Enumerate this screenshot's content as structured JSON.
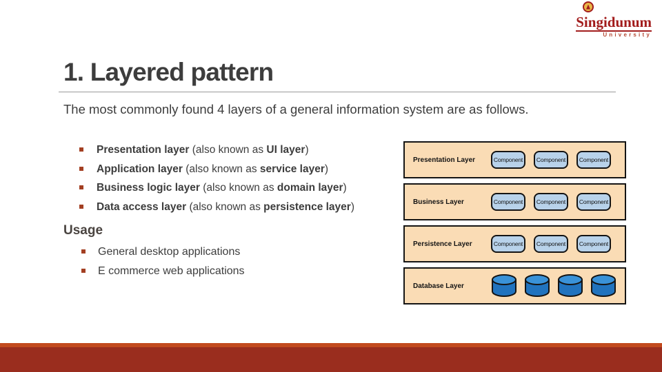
{
  "logo": {
    "title": "Singidunum",
    "subtitle": "University",
    "emblem_icon": "university-seal-icon"
  },
  "slide": {
    "title": "1. Layered pattern",
    "intro": "The most commonly found 4 layers of a general information system are as follows.",
    "layers": [
      {
        "bold1": "Presentation layer",
        "mid": "(also known as",
        "bold2": "UI layer",
        "end": ")"
      },
      {
        "bold1": "Application layer",
        "mid": "(also known as",
        "bold2": "service layer",
        "end": ")"
      },
      {
        "bold1": "Business logic layer",
        "mid": "(also known as",
        "bold2": "domain layer",
        "end": ")"
      },
      {
        "bold1": "Data access layer",
        "mid": "(also known as",
        "bold2": "persistence layer",
        "end": ")"
      }
    ],
    "usage": {
      "heading": "Usage",
      "items": [
        "General desktop applications",
        "E commerce web applications"
      ]
    }
  },
  "diagram": {
    "component_label": "Component",
    "layers": [
      {
        "label": "Presentation Layer",
        "type": "components",
        "count": 3
      },
      {
        "label": "Business Layer",
        "type": "components",
        "count": 3
      },
      {
        "label": "Persistence Layer",
        "type": "components",
        "count": 3
      },
      {
        "label": "Database Layer",
        "type": "cylinders",
        "count": 4
      }
    ]
  },
  "colors": {
    "text": "#3d3d3d",
    "brand-red": "#a21c1c",
    "bullet": "#a33f22",
    "divider": "#999999",
    "layer-bg": "#fadcb5",
    "component-bg": "#b8d2ea",
    "cylinder-top": "#3a92d8",
    "cylinder-body": "#2173be",
    "footer-accent": "#c24a1e",
    "footer-bar": "#9a2d1e"
  }
}
